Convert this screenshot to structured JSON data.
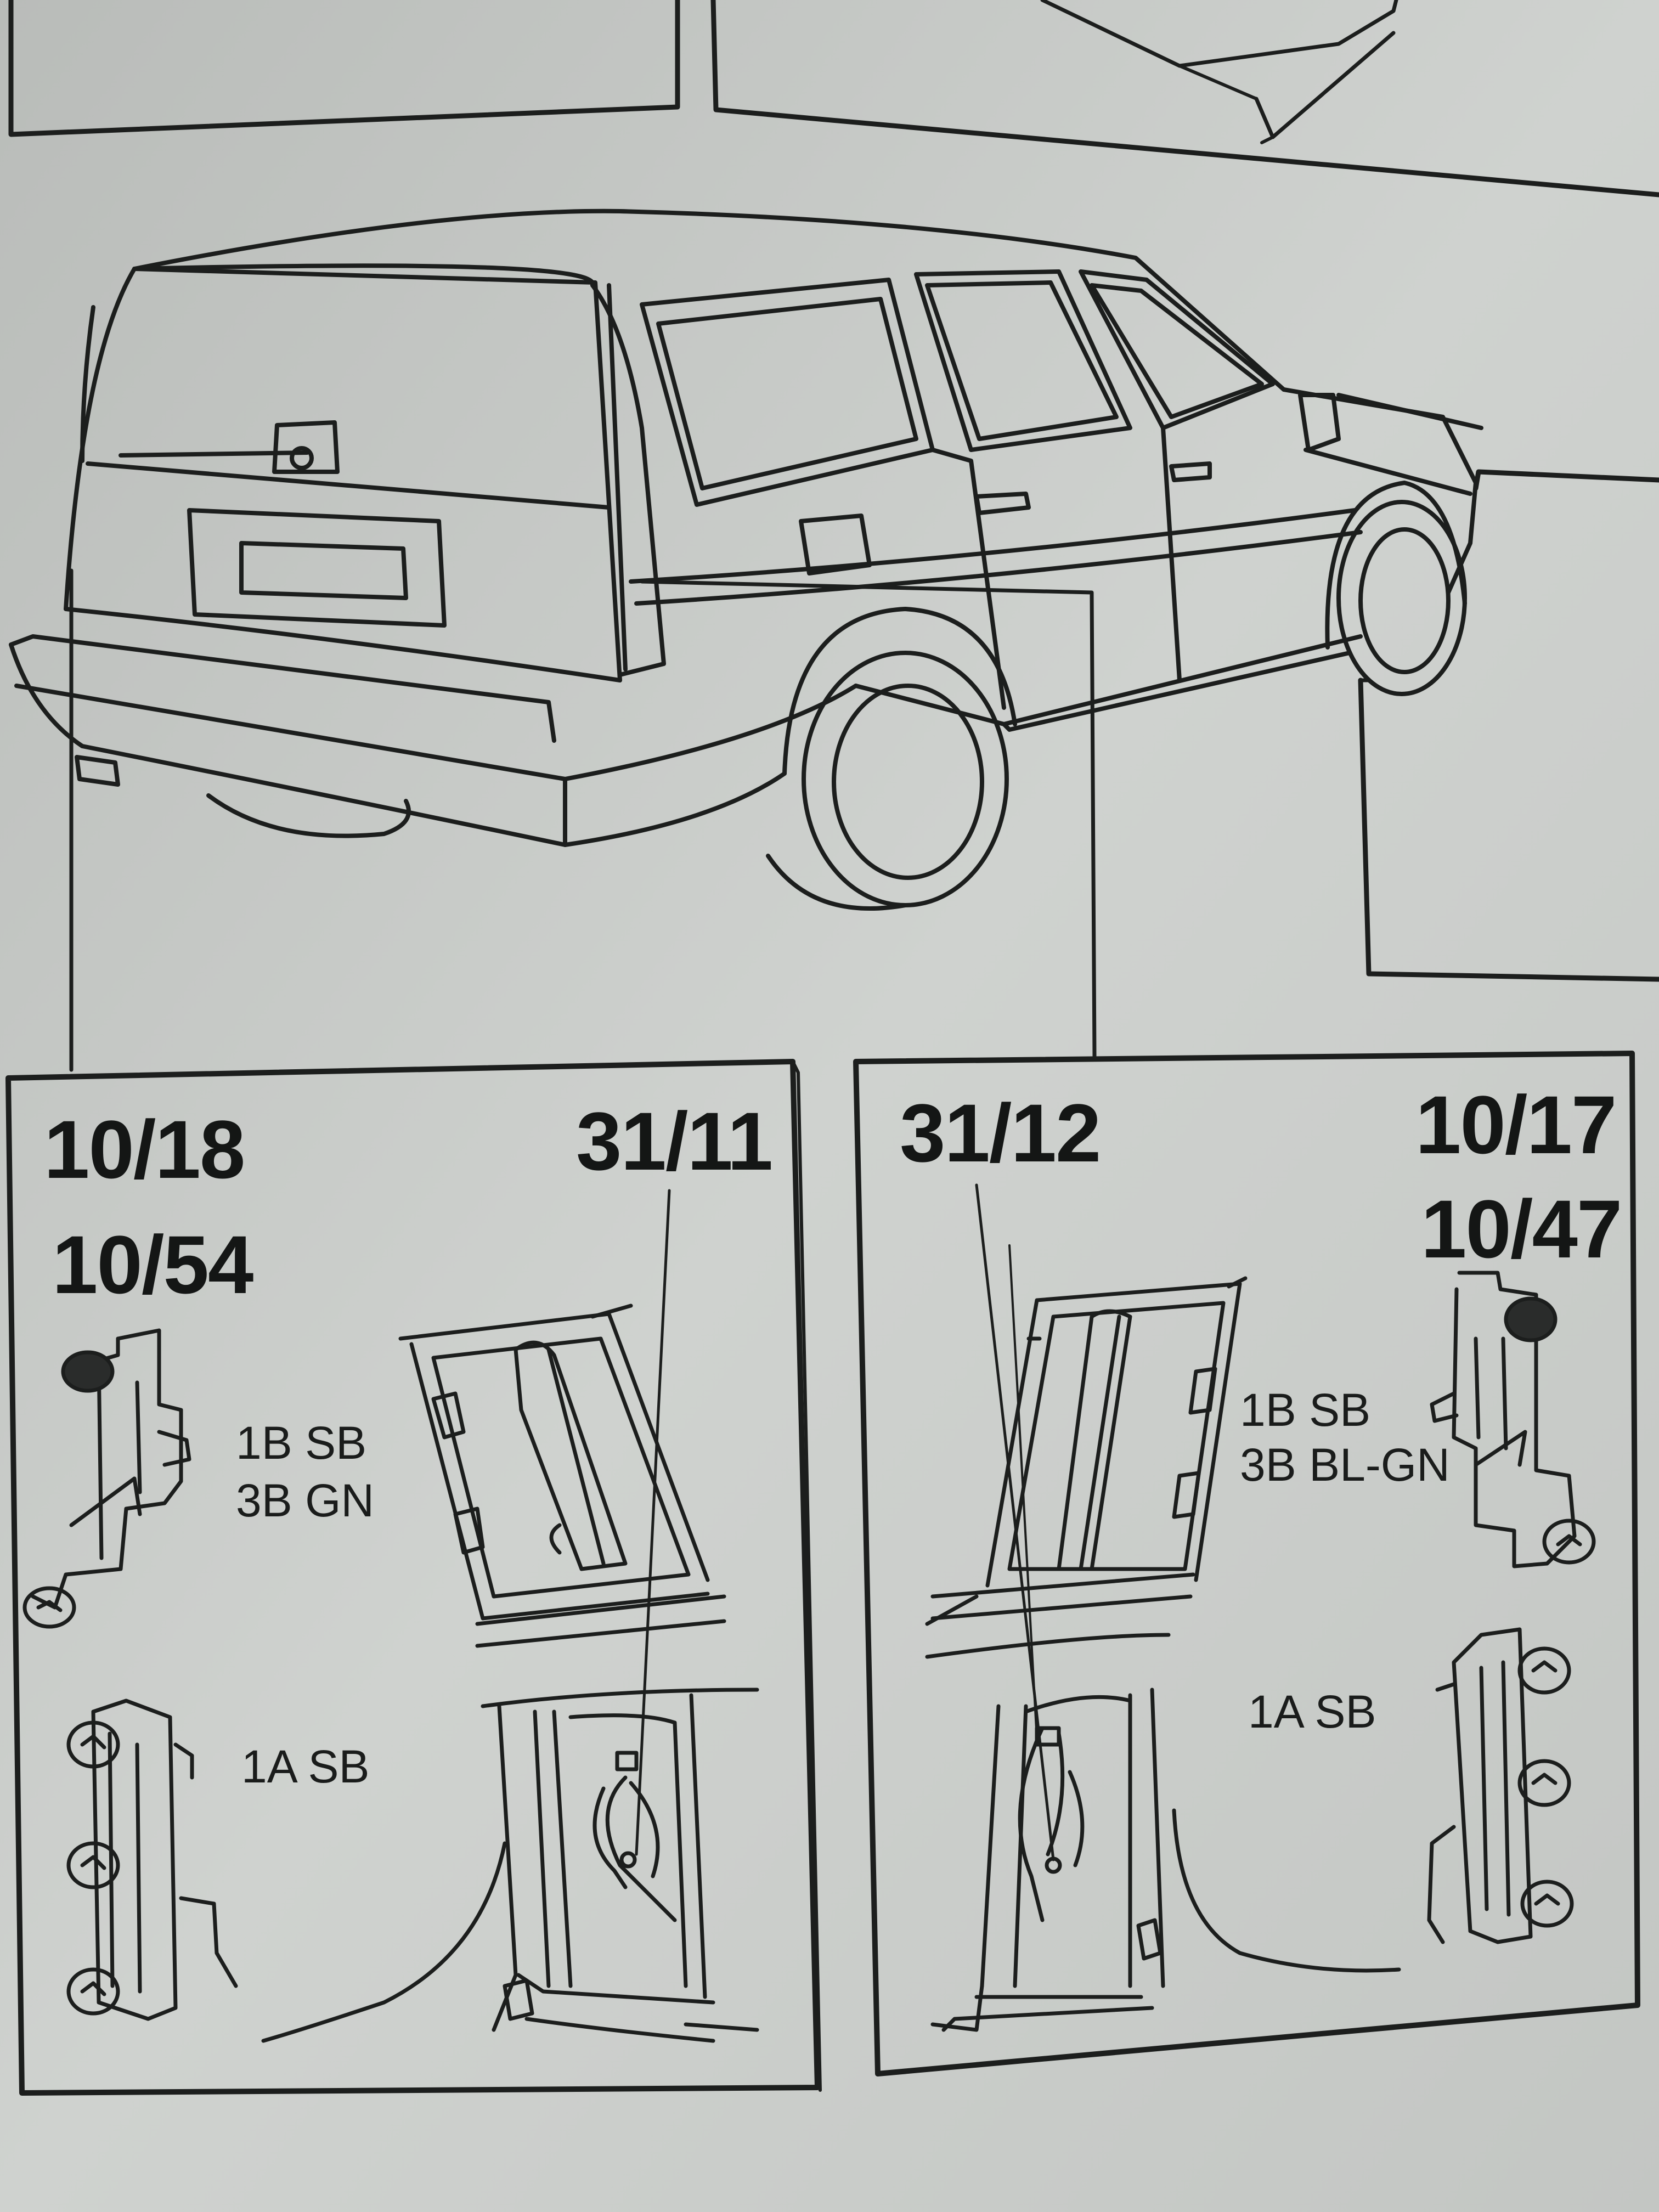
{
  "left_panel": {
    "callouts": [
      "10/18",
      "10/54",
      "31/11"
    ],
    "connector_upper": [
      "1B SB",
      "3B GN"
    ],
    "connector_lower": [
      "1A SB"
    ]
  },
  "right_panel": {
    "callouts": [
      "31/12",
      "10/17",
      "10/47"
    ],
    "connector_upper": [
      "1B SB",
      "3B BL-GN"
    ],
    "connector_lower": [
      "1A SB"
    ]
  }
}
